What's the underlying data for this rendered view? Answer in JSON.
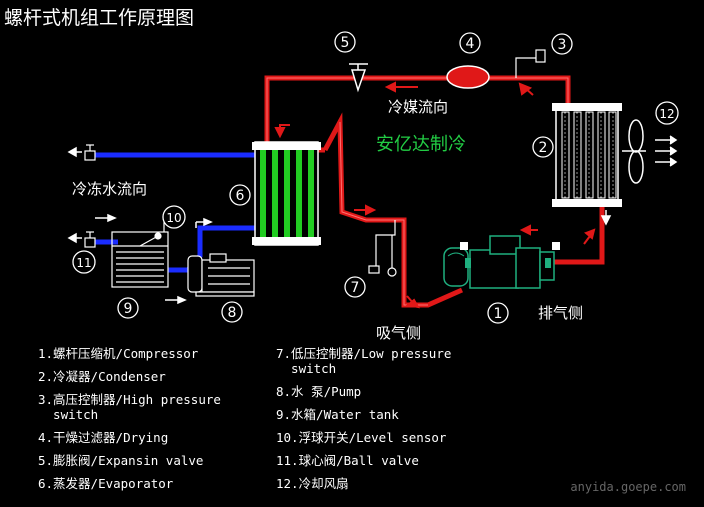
{
  "title": "螺杆式机组工作原理图",
  "labels": {
    "refrigerant_flow": "冷媒流向",
    "chilled_water_flow": "冷冻水流向",
    "brand": "安亿达制冷",
    "suction_side": "吸气侧",
    "discharge_side": "排气侧"
  },
  "markers": [
    "1",
    "2",
    "3",
    "4",
    "5",
    "6",
    "7",
    "8",
    "9",
    "10",
    "11",
    "12"
  ],
  "legend_left": [
    "1.螺杆压缩机/Compressor",
    "2.冷凝器/Condenser",
    "3.高压控制器/High pressure",
    "  switch",
    "4.干燥过滤器/Drying",
    "5.膨胀阀/Expansin valve",
    "6.蒸发器/Evaporator"
  ],
  "legend_right": [
    "7.低压控制器/Low pressure",
    "  switch",
    "8.水 泵/Pump",
    "9.水箱/Water tank",
    "10.浮球开关/Level sensor",
    "11.球心阀/Ball valve",
    "12.冷却风扇"
  ],
  "watermark": "anyida.goepe.com",
  "colors": {
    "refrigerant": "#e01818",
    "water": "#1a2cff",
    "evaporator_green": "#22cc22",
    "brand_green": "#22cc44"
  }
}
